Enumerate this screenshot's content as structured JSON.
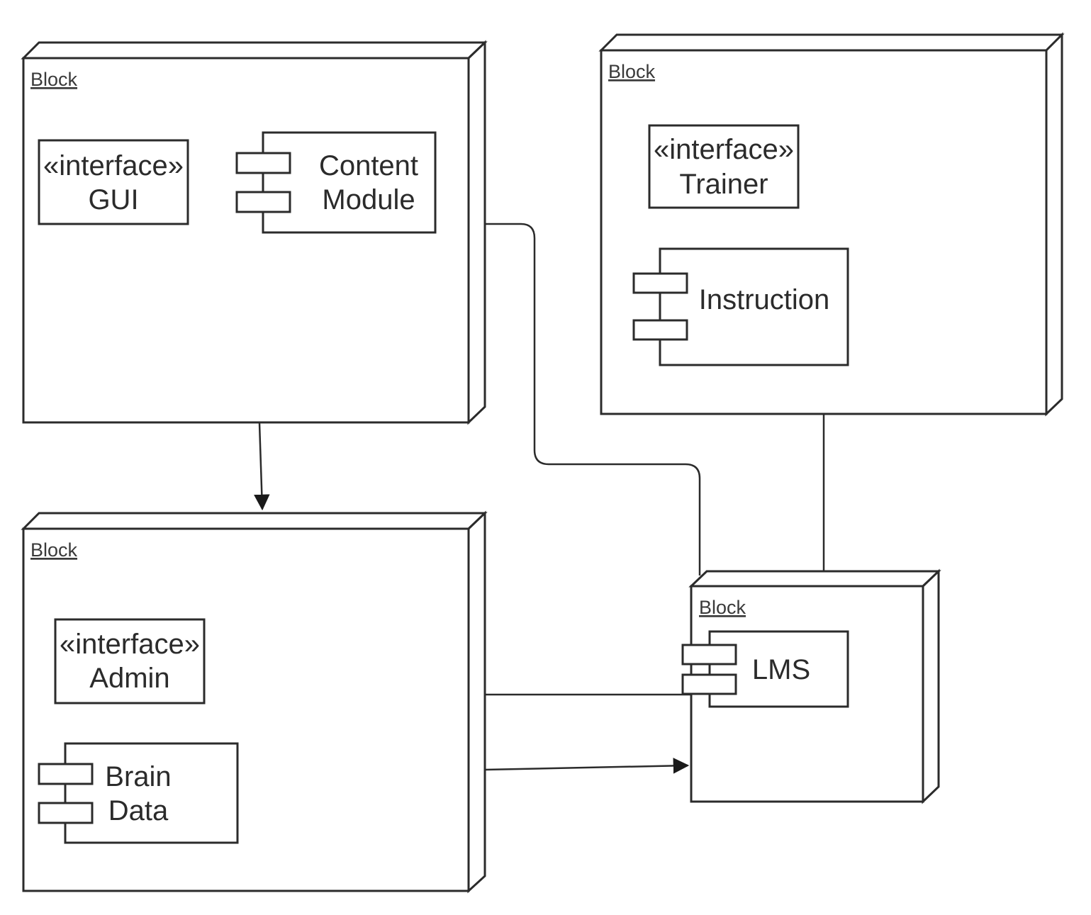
{
  "nodes": {
    "node_top_left": {
      "label": "Block"
    },
    "node_top_right": {
      "label": "Block"
    },
    "node_bottom_left": {
      "label": "Block"
    },
    "node_lms": {
      "label": "Block"
    }
  },
  "interfaces": {
    "gui": {
      "stereotype": "«interface»",
      "name": "GUI"
    },
    "trainer": {
      "stereotype": "«interface»",
      "name": "Trainer"
    },
    "admin": {
      "stereotype": "«interface»",
      "name": "Admin"
    }
  },
  "components": {
    "content_module": {
      "line1": "Content",
      "line2": "Module"
    },
    "instruction": {
      "line1": "Instruction"
    },
    "brain_data": {
      "line1": "Brain",
      "line2": "Data"
    },
    "lms": {
      "line1": "LMS"
    }
  },
  "connections": [
    {
      "from": "node_top_left",
      "to": "node_bottom_left",
      "kind": "arrow"
    },
    {
      "from": "node_top_left",
      "to": "node_lms",
      "kind": "line"
    },
    {
      "from": "node_top_right",
      "to": "node_lms",
      "kind": "line"
    },
    {
      "from": "node_bottom_left",
      "to": "lms",
      "kind": "line"
    },
    {
      "from": "node_bottom_left",
      "to": "node_lms",
      "kind": "arrow"
    }
  ],
  "colors": {
    "stroke": "#2b2b2b",
    "background": "#ffffff"
  }
}
